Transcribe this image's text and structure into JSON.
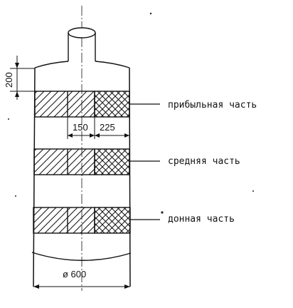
{
  "dimensions": {
    "height": "200",
    "left_width": "150",
    "right_width": "225",
    "diameter": "ø 600"
  },
  "labels": {
    "top": "прибыльная часть",
    "middle": "средняя часть",
    "bottom": "донная часть"
  },
  "colors": {
    "ink": "#111111",
    "paper": "#ffffff"
  }
}
